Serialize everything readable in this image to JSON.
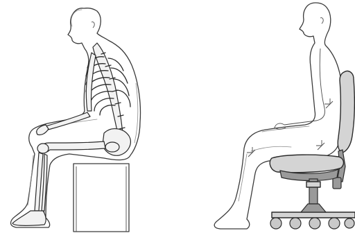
{
  "figures": [
    {
      "id": "skeleton-posture",
      "illustration": "skeleton-seated-on-stool-icon"
    },
    {
      "id": "ergonomic-posture",
      "illustration": "person-seated-on-office-chair-icon"
    }
  ],
  "angle_marker_count": 3,
  "chair_wheel_count": 5
}
